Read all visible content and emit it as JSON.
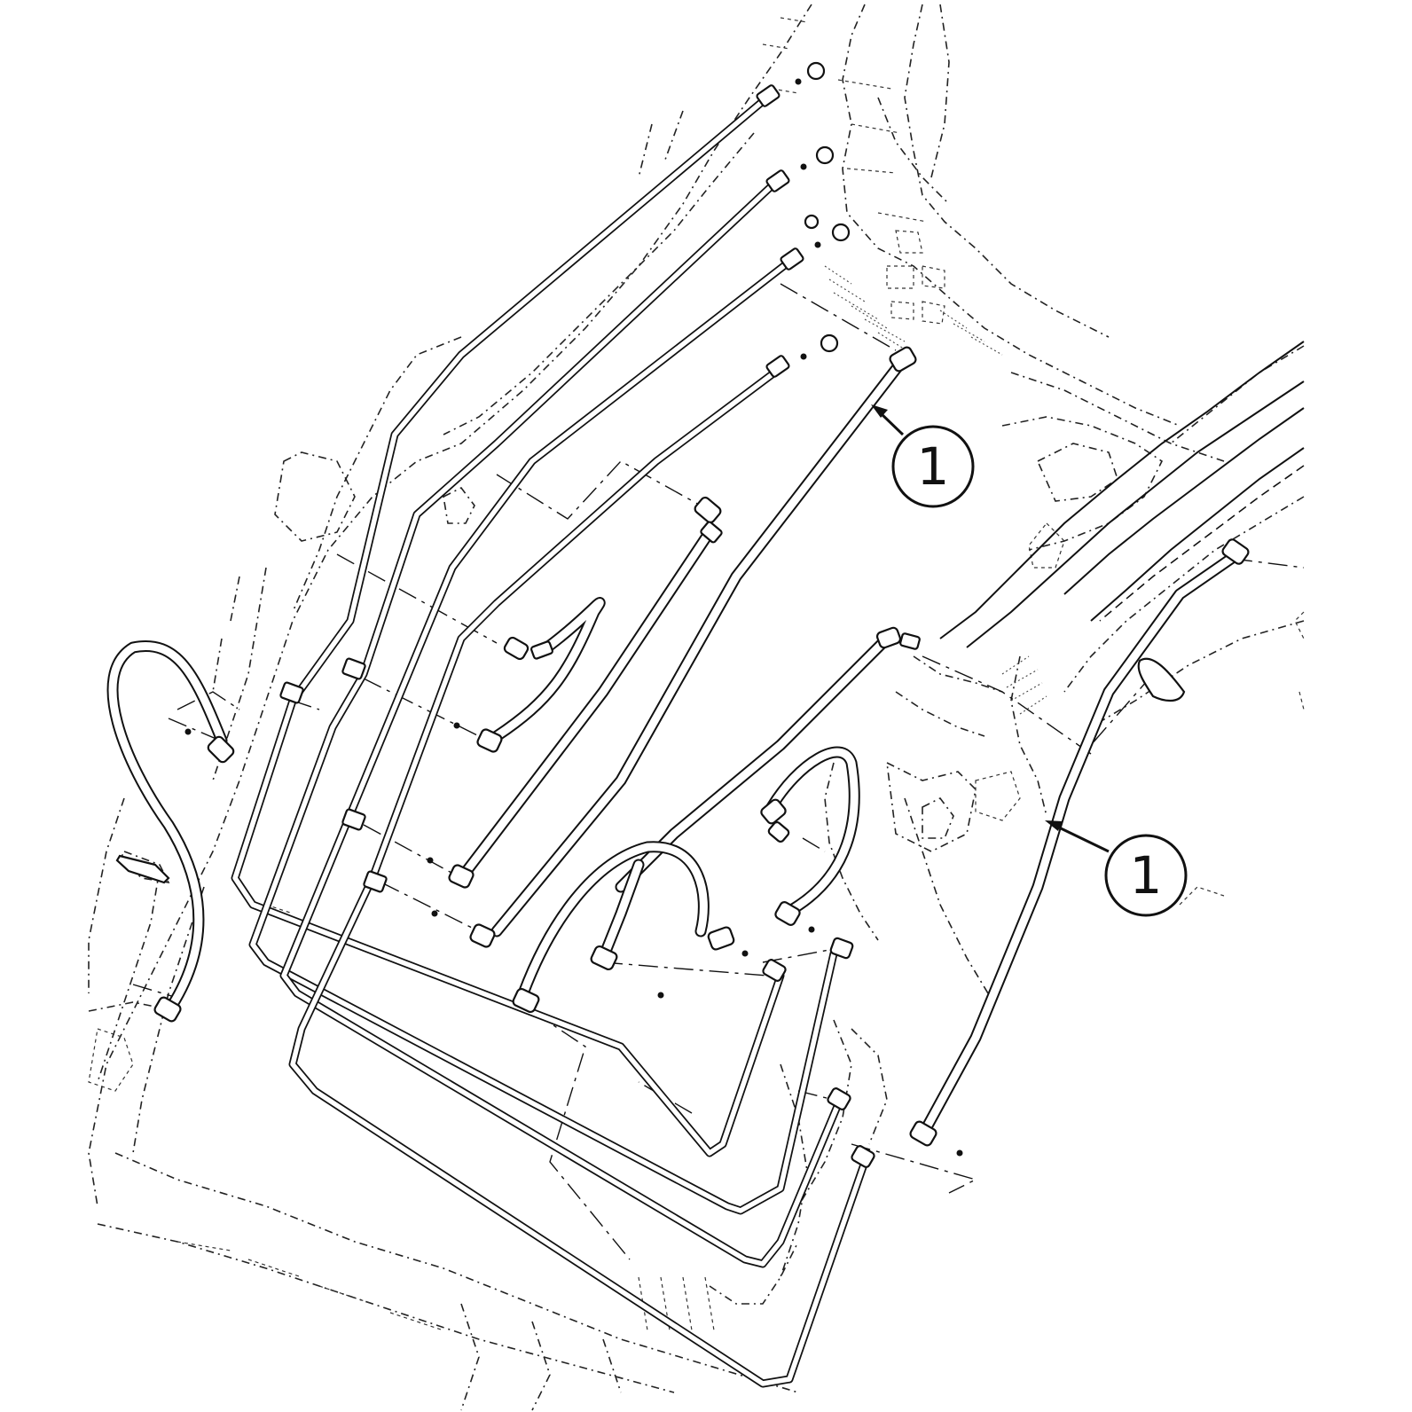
{
  "callouts": [
    {
      "id": "callout-upper",
      "label": "1"
    },
    {
      "id": "callout-lower",
      "label": "1"
    }
  ],
  "colors": {
    "line": "#111111",
    "background": "#ffffff"
  }
}
